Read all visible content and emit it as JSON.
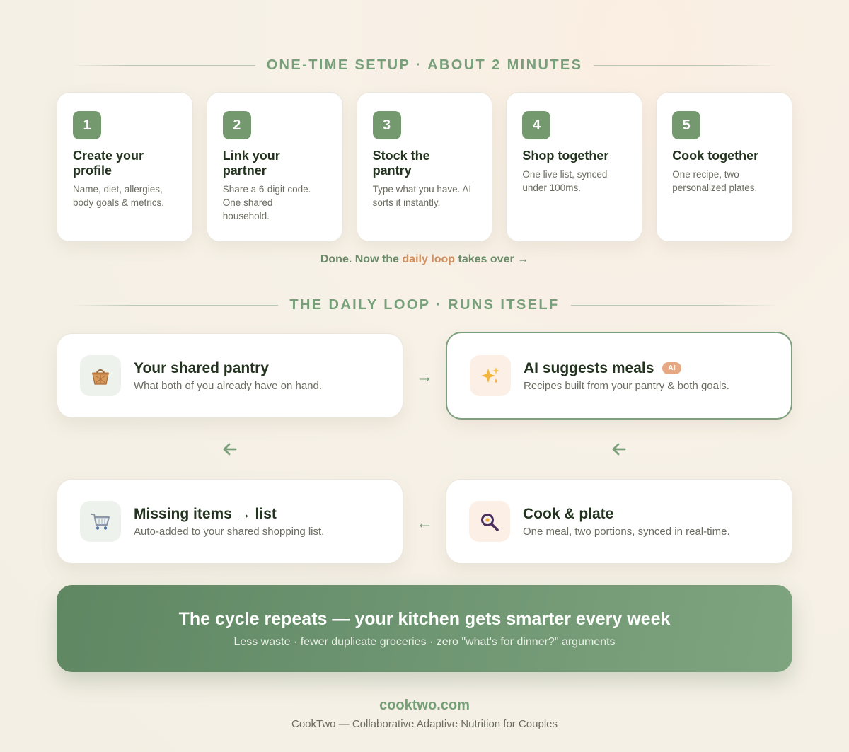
{
  "setup": {
    "heading": "ONE-TIME SETUP · ABOUT 2 MINUTES",
    "steps": [
      {
        "num": "1",
        "title": "Create your profile",
        "desc": "Name, diet, allergies, body goals & metrics."
      },
      {
        "num": "2",
        "title": "Link your partner",
        "desc": "Share a 6-digit code. One shared household."
      },
      {
        "num": "3",
        "title": "Stock the pantry",
        "desc": "Type what you have. AI sorts it instantly."
      },
      {
        "num": "4",
        "title": "Shop together",
        "desc": "One live list, synced under 100ms."
      },
      {
        "num": "5",
        "title": "Cook together",
        "desc": "One recipe, two personalized plates."
      }
    ],
    "done_prefix": "Done. Now the ",
    "done_accent": "daily loop",
    "done_suffix": " takes over →"
  },
  "loop": {
    "heading": "THE DAILY LOOP · RUNS ITSELF",
    "cards": {
      "pantry": {
        "title": "Your shared pantry",
        "sub": "What both of you already have on hand.",
        "icon": "basket-icon"
      },
      "ai": {
        "title": "AI suggests meals",
        "badge": "AI",
        "sub": "Recipes built from your pantry & both goals.",
        "icon": "sparkles-icon"
      },
      "missing": {
        "title": "Missing items → list",
        "sub": "Auto-added to your shared shopping list.",
        "icon": "shopping-cart-icon"
      },
      "cook": {
        "title": "Cook & plate",
        "sub": "One meal, two portions, synced in real-time.",
        "icon": "frying-pan-icon"
      }
    },
    "arrow_right": "→",
    "arrow_left": "←"
  },
  "banner": {
    "headline": "The cycle repeats — your kitchen gets smarter every week",
    "sub": "Less waste · fewer duplicate groceries · zero \"what's for dinner?\" arguments"
  },
  "footer": {
    "url": "cooktwo.com",
    "tagline": "CookTwo — Collaborative Adaptive Nutrition for Couples"
  },
  "colors": {
    "accent_green": "#74996f",
    "accent_orange": "#d08d5d",
    "banner_green": "#6d9470"
  }
}
